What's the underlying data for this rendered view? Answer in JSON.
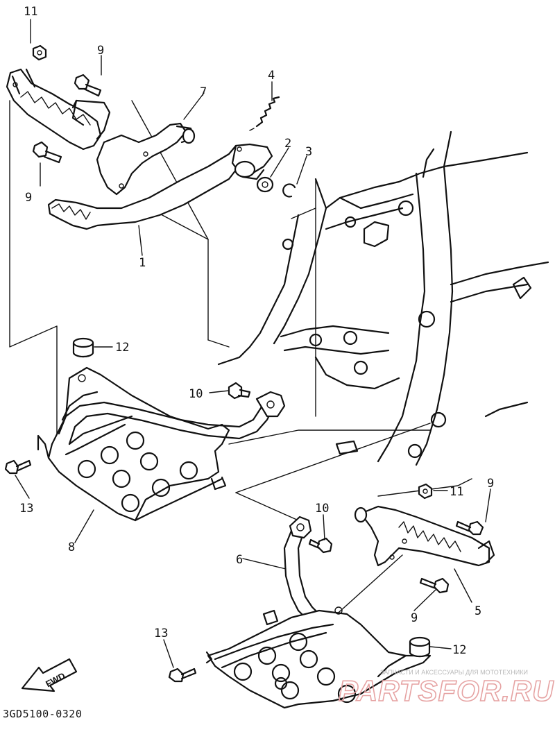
{
  "diagram": {
    "callouts": {
      "c1": "1",
      "c2": "2",
      "c3": "3",
      "c4": "4",
      "c5": "5",
      "c6": "6",
      "c7": "7",
      "c8": "8",
      "c9a": "9",
      "c9b": "9",
      "c9c": "9",
      "c9d": "9",
      "c10a": "10",
      "c10b": "10",
      "c11a": "11",
      "c11b": "11",
      "c12a": "12",
      "c12b": "12",
      "c13a": "13",
      "c13b": "13"
    },
    "direction_arrow": "FWD",
    "diagram_code": "3GD5100-0320",
    "watermark": {
      "tagline": "ЗАПЧАСТИ И АКСЕССУАРЫ ДЛЯ МОТОТЕХНИКИ",
      "logo": "PARTSFOR.RU"
    }
  }
}
